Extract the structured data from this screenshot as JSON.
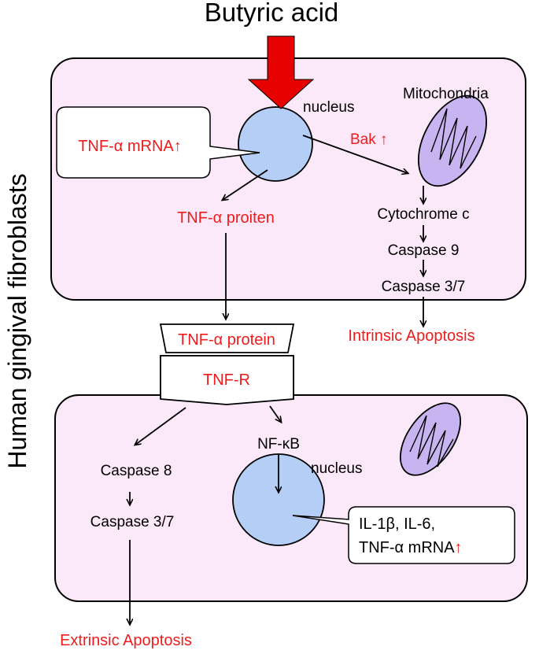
{
  "title": "Butyric acid",
  "side_label": "Human gingival fibroblasts",
  "top_cell": {
    "nucleus_label": "nucleus",
    "mito_label": "Mitochondria",
    "callout": "TNF-α mRNA↑",
    "bak": "Bak ↑",
    "tnf_proiten": "TNF-α proiten",
    "cascade": [
      "Cytochrome c",
      "Caspase 9",
      "Caspase 3/7"
    ]
  },
  "intrinsic": "Intrinsic Apoptosis",
  "membrane": {
    "protein": "TNF-α protein",
    "receptor": "TNF-R"
  },
  "bottom_cell": {
    "nfkb": "NF-κB",
    "nucleus_label": "nucleus",
    "caspase8": "Caspase 8",
    "caspase37": "Caspase 3/7",
    "callout_line1": "IL-1β, IL-6,",
    "callout_line2_text": "TNF-α  mRNA",
    "callout_line2_arrow": "↑"
  },
  "extrinsic": "Extrinsic Apoptosis",
  "colors": {
    "cell_fill": "#fbe8f8",
    "nucleus_fill": "#b4cef6",
    "mito_fill": "#c8b4f0",
    "red_text": "#ee1c1c",
    "big_arrow": "#e60000"
  }
}
